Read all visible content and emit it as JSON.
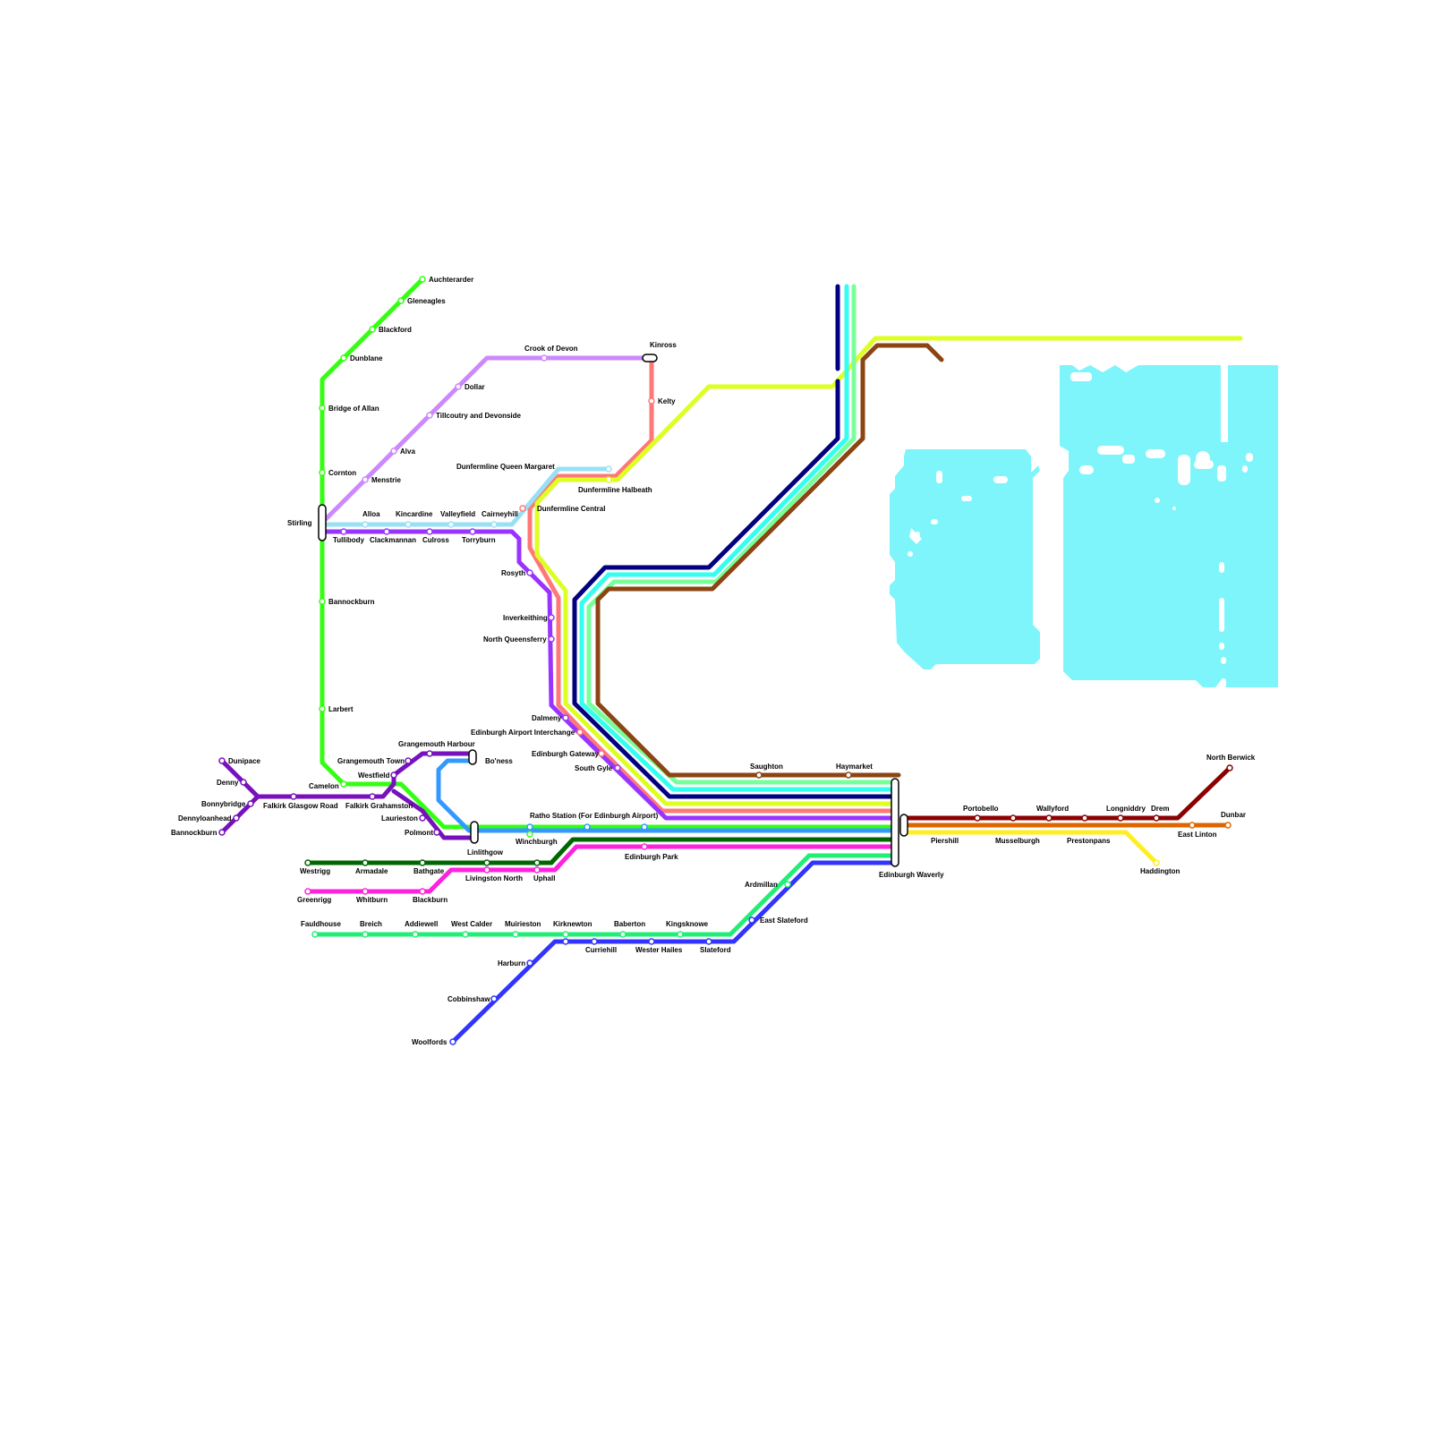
{
  "colors": {
    "water": "#7df5fb",
    "lightgreen_line": "#33ff11",
    "lilac_line": "#cc88ff",
    "lightblue_line": "#99e0f5",
    "purple_line": "#9933ff",
    "darkpurple_line": "#7711bb",
    "blue_line": "#3399ff",
    "salmon_line": "#ff7777",
    "lime_line": "#ddff22",
    "navy_line": "#000080",
    "cyan_line": "#33ffee",
    "mint_line": "#77ff99",
    "brown_line": "#8b4513",
    "darkgreen_line": "#006600",
    "magenta_line": "#ff22dd",
    "seagreen_line": "#22ee77",
    "royalblue_line": "#3333ff",
    "maroon_line": "#8b0000",
    "orange_line": "#dd6600",
    "yellow_line": "#ffee22"
  },
  "stations": {
    "auchterarder": "Auchterarder",
    "gleneagles": "Gleneagles",
    "blackford": "Blackford",
    "dunblane": "Dunblane",
    "bridge_of_allan": "Bridge of Allan",
    "cornton": "Cornton",
    "stirling": "Stirling",
    "bannockburn": "Bannockburn",
    "larbert": "Larbert",
    "camelon": "Camelon",
    "crook_of_devon": "Crook of Devon",
    "kinross": "Kinross",
    "kelty": "Kelty",
    "dollar": "Dollar",
    "tillicoultry": "Tillcoutry and Devonside",
    "alva": "Alva",
    "menstrie": "Menstrie",
    "alloa": "Alloa",
    "kincardine": "Kincardine",
    "valleyfield": "Valleyfield",
    "cairneyhill": "Cairneyhill",
    "tullibody": "Tullibody",
    "clackmannan": "Clackmannan",
    "culross": "Culross",
    "torryburn": "Torryburn",
    "dunfermline_qm": "Dunfermline Queen Margaret",
    "dunfermline_halbeath": "Dunfermline Halbeath",
    "dunfermline_central": "Dunfermline Central",
    "rosyth": "Rosyth",
    "inverkeithing": "Inverkeithing",
    "north_queensferry": "North Queensferry",
    "dalmeny": "Dalmeny",
    "edinburgh_airport": "Edinburgh Airport Interchange",
    "edinburgh_gateway": "Edinburgh Gateway",
    "south_gyle": "South Gyle",
    "saughton": "Saughton",
    "haymarket": "Haymarket",
    "edinburgh_waverly": "Edinburgh Waverly",
    "dunipace": "Dunipace",
    "denny": "Denny",
    "bonnybridge": "Bonnybridge",
    "dennyloanhead": "Dennyloanhead",
    "bannockburn_w": "Bannockburn",
    "falkirk_glasgow_road": "Falkirk Glasgow Road",
    "falkirk_grahamston": "Falkirk Grahamston",
    "grangemouth_harbour": "Grangemouth Harbour",
    "grangemouth_town": "Grangemouth Town",
    "westfield": "Westfield",
    "boness": "Bo'ness",
    "laurieston": "Laurieston",
    "polmont": "Polmont",
    "linlithgow": "Linlithgow",
    "winchburgh": "Winchburgh",
    "ratho": "Ratho Station (For Edinburgh Airport)",
    "edinburgh_park": "Edinburgh Park",
    "westrigg": "Westrigg",
    "armadale": "Armadale",
    "bathgate": "Bathgate",
    "livingston_north": "Livingston North",
    "uphall": "Uphall",
    "greenrigg": "Greenrigg",
    "whitburn": "Whitburn",
    "blackburn": "Blackburn",
    "ardmillan": "Ardmillan",
    "east_slateford": "East Slateford",
    "fauldhouse": "Fauldhouse",
    "breich": "Breich",
    "addiewell": "Addiewell",
    "west_calder": "West Calder",
    "muirieston": "Muirieston",
    "kirknewton": "Kirknewton",
    "baberton": "Baberton",
    "kingsknowe": "Kingsknowe",
    "curriehill": "Curriehill",
    "wester_hailes": "Wester Hailes",
    "slateford": "Slateford",
    "harburn": "Harburn",
    "cobbinshaw": "Cobbinshaw",
    "woolfords": "Woolfords",
    "portobello": "Portobello",
    "wallyford": "Wallyford",
    "longniddry": "Longniddry",
    "drem": "Drem",
    "north_berwick": "North Berwick",
    "dunbar": "Dunbar",
    "piershill": "Piershill",
    "musselburgh": "Musselburgh",
    "prestonpans": "Prestonpans",
    "east_linton": "East Linton",
    "haddington": "Haddington"
  }
}
